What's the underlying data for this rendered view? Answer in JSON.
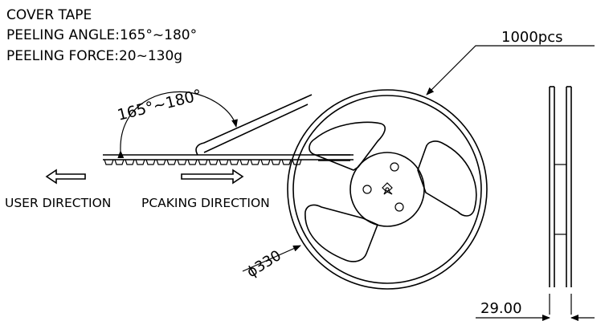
{
  "notes": {
    "line1": "COVER TAPE",
    "line2": "PEELING ANGLE:165°~180°",
    "line3": "PEELING FORCE:20~130g"
  },
  "angle_label": "165°~180°",
  "user_direction_label": "USER DIRECTION",
  "packing_direction_label": "PCAKING DIRECTION",
  "quantity_label": "1000pcs",
  "diameter_label": "ϕ330",
  "width_label": "29.00"
}
